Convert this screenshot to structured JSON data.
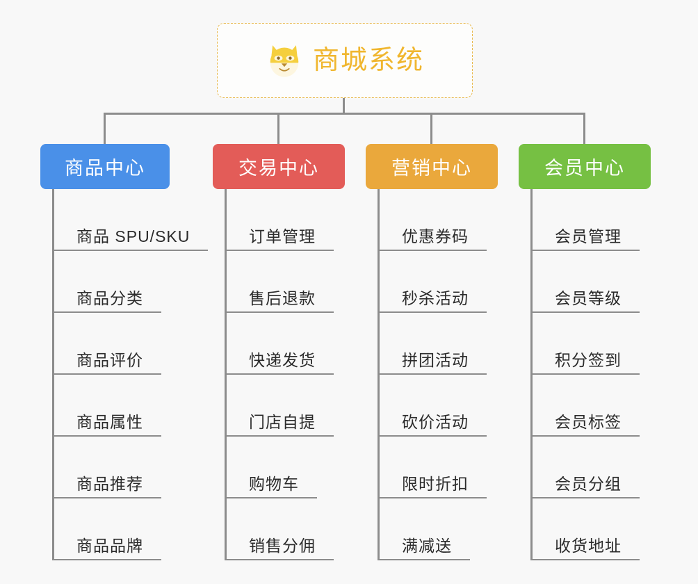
{
  "diagram": {
    "type": "org-chart",
    "background_color": "#f8f8f8",
    "root": {
      "title": "商城系统",
      "icon": "dog-face-emoji",
      "text_color": "#f0b62e",
      "border_color": "#e8b94e",
      "border_style": "dashed"
    },
    "connector_color": "#8c8c8c",
    "columns": [
      {
        "label": "商品中心",
        "color": "#4a90e8",
        "items": [
          "商品 SPU/SKU",
          "商品分类",
          "商品评价",
          "商品属性",
          "商品推荐",
          "商品品牌"
        ]
      },
      {
        "label": "交易中心",
        "color": "#e35c58",
        "items": [
          "订单管理",
          "售后退款",
          "快递发货",
          "门店自提",
          "购物车",
          "销售分佣"
        ]
      },
      {
        "label": "营销中心",
        "color": "#eaa83c",
        "items": [
          "优惠券码",
          "秒杀活动",
          "拼团活动",
          "砍价活动",
          "限时折扣",
          "满减送"
        ]
      },
      {
        "label": "会员中心",
        "color": "#76c043",
        "items": [
          "会员管理",
          "会员等级",
          "积分签到",
          "会员标签",
          "会员分组",
          "收货地址"
        ]
      }
    ]
  }
}
